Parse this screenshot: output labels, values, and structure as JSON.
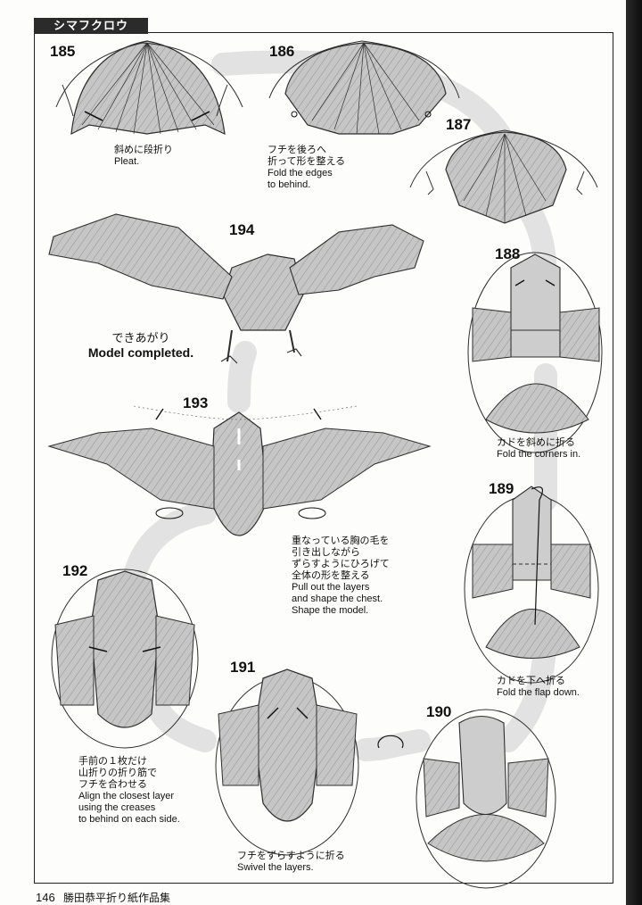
{
  "header": {
    "title": "シマフクロウ"
  },
  "steps": {
    "s185": "185",
    "s186": "186",
    "s187": "187",
    "s188": "188",
    "s189": "189",
    "s190": "190",
    "s191": "191",
    "s192": "192",
    "s193": "193",
    "s194": "194"
  },
  "captions": {
    "c185": {
      "jp": "斜めに段折り",
      "en": "Pleat."
    },
    "c186": {
      "jp1": "フチを後ろへ",
      "jp2": "折って形を整える",
      "en1": "Fold the edges",
      "en2": "to behind."
    },
    "c188": {
      "jp": "カドを斜めに折る",
      "en": "Fold the corners in."
    },
    "c189": {
      "jp": "カドを下へ折る",
      "en": "Fold the flap down."
    },
    "c191": {
      "jp": "フチをずらすように折る",
      "en": "Swivel the layers."
    },
    "c192": {
      "jp1": "手前の１枚だけ",
      "jp2": "山折りの折り筋で",
      "jp3": "フチを合わせる",
      "en1": "Align the closest layer",
      "en2": "using the creases",
      "en3": "to behind on each side."
    },
    "c193": {
      "jp1": "重なっている胸の毛を",
      "jp2": "引き出しながら",
      "jp3": "ずらすようにひろげて",
      "jp4": "全体の形を整える",
      "en1": "Pull out the layers",
      "en2": "and shape the chest.",
      "en3": "Shape the model."
    },
    "c194": {
      "jp": "できあがり",
      "en": "Model completed."
    }
  },
  "footer": {
    "page_number": "146",
    "book_title": "勝田恭平折り紙作品集"
  },
  "colors": {
    "paper": "#c9c9c9",
    "line": "#2e2e2e",
    "flow_path": "#e3e3e3"
  }
}
